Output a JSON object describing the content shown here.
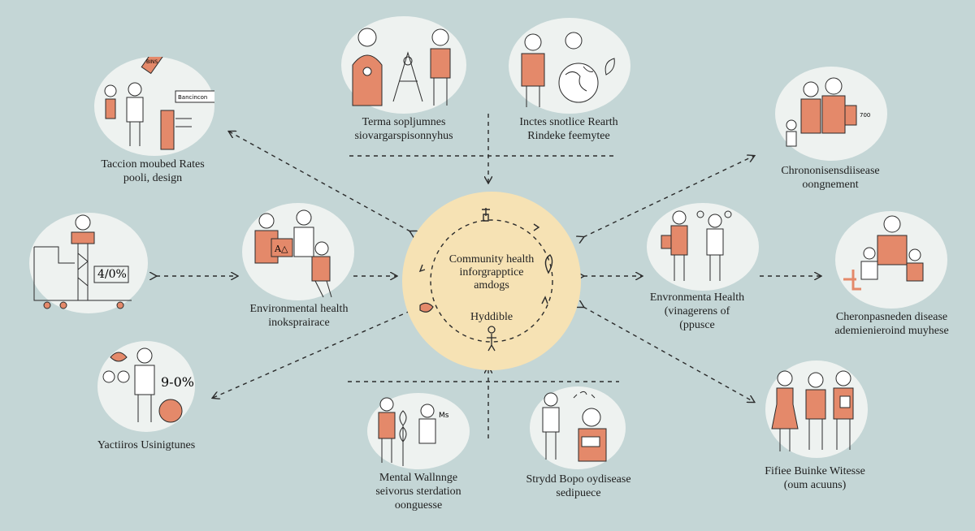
{
  "hub": {
    "title_lines": [
      "Community health",
      "inforgrapptice",
      "amdogs"
    ],
    "subtitle": "Hyddible"
  },
  "nodes": [
    {
      "id": "top-left",
      "lines": [
        "Taccion moubed Rates",
        "pooli, design"
      ],
      "bubble_text": [
        "Bancincon",
        "BINS"
      ]
    },
    {
      "id": "top-center-left",
      "lines": [
        "Terma sopljumnes",
        "siovargarspisonnyhus"
      ]
    },
    {
      "id": "top-center-right",
      "lines": [
        "Inctes snotlice Rearth",
        "Rindeke feemytee"
      ]
    },
    {
      "id": "top-right",
      "lines": [
        "Chrononisensdiisease",
        "oongnement"
      ],
      "bubble_text": [
        "700"
      ]
    },
    {
      "id": "mid-left",
      "lines": [],
      "bubble_text": [
        "4/0%"
      ]
    },
    {
      "id": "mid-left-inner",
      "lines": [
        "Environmental health",
        "inoksprairace"
      ],
      "bubble_text": [
        "A△"
      ]
    },
    {
      "id": "mid-right-inner",
      "lines": [
        "Envronmenta Health",
        "(vinagerens of",
        "(ppusce"
      ]
    },
    {
      "id": "mid-right",
      "lines": [
        "Cheronpasneden disease",
        "ademienieroind muyhese"
      ]
    },
    {
      "id": "bottom-left",
      "lines": [
        "Yactiiros Usinigtunes"
      ],
      "bubble_text": [
        "9-0%"
      ]
    },
    {
      "id": "bottom-center-left",
      "lines": [
        "Mental Wallnnge",
        "seivorus sterdation",
        "oonguesse"
      ],
      "bubble_text": [
        "Ms"
      ]
    },
    {
      "id": "bottom-center-right",
      "lines": [
        "Strydd Bopo oydisease",
        "sedipuece"
      ]
    },
    {
      "id": "bottom-right",
      "lines": [
        "Fifiee Buinke Witesse",
        "(oum acuuns)"
      ]
    }
  ],
  "colors": {
    "background": "#c4d6d6",
    "bubble": "#eef2f0",
    "hub": "#f6e2b4",
    "accent": "#e4896a",
    "line": "#2b2b2b"
  }
}
